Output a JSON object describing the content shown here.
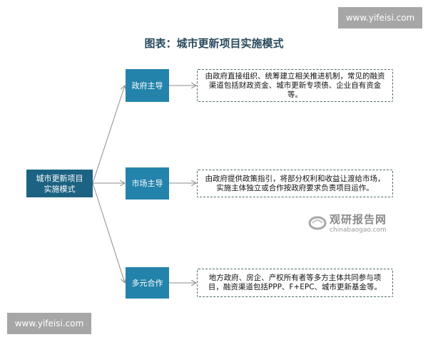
{
  "title": "图表：城市更新项目实施模式",
  "watermarks": {
    "top": "www.yifeisi.com",
    "bottom": "www.yifeisi.com"
  },
  "logo": {
    "name_cn": "观研报告网",
    "name_en": "chinabaogao.com",
    "icon": "swirl-logo-icon"
  },
  "diagram": {
    "root": "城市更新项目\n实施模式",
    "root_line1": "城市更新项目",
    "root_line2": "实施模式",
    "branches": [
      {
        "label": "政府主导",
        "description": "由政府直接组织、统筹建立相关推进机制，常见的融资渠道包括财政资金、城市更新专项债、企业自有资金等。"
      },
      {
        "label": "市场主导",
        "description": "由政府提供政策指引，将部分权利和收益让渡给市场，实施主体独立或合作按政府要求负责项目运作。"
      },
      {
        "label": "多元合作",
        "description": "地方政府、房企、产权所有者等多方主体共同参与项目，融资渠道包括PPP、F+EPC、城市更新基金等。"
      }
    ]
  },
  "colors": {
    "root_fill": "#1c6283",
    "branch_fill": "#2483ab",
    "title_text": "#2b4a5e",
    "connector": "#8c8c8c",
    "dashed_border": "#4f6b6b",
    "watermark_bg": "#a6a6a6"
  }
}
